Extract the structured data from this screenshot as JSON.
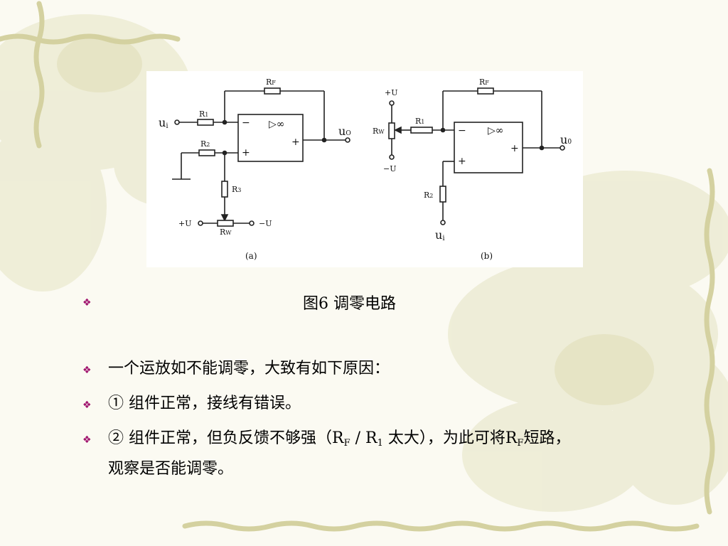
{
  "figure": {
    "a": {
      "label_ui": "u",
      "label_ui_sub": "i",
      "label_r1": "R",
      "label_r1_sub": "1",
      "label_r2": "R",
      "label_r2_sub": "2",
      "label_r3": "R",
      "label_r3_sub": "3",
      "label_rf": "R",
      "label_rf_sub": "F",
      "label_rw": "R",
      "label_rw_sub": "W",
      "label_uo": "u",
      "label_uo_sub": "O",
      "label_plus_u": "+U",
      "label_minus_u": "−U",
      "minus_input": "−",
      "plus_input": "+",
      "plus_output": "+",
      "opamp_symbol": "▷∞",
      "caption": "(a)"
    },
    "b": {
      "label_plus_u": "+U",
      "label_minus_u": "−U",
      "label_rw": "R",
      "label_rw_sub": "W",
      "label_r1": "R",
      "label_r1_sub": "1",
      "label_rf": "R",
      "label_rf_sub": "F",
      "label_r2": "R",
      "label_r2_sub": "2",
      "label_ui": "u",
      "label_ui_sub": "i",
      "label_uo": "u",
      "label_uo_sub": "0",
      "minus_input": "−",
      "plus_input": "+",
      "plus_output": "+",
      "opamp_symbol": "▷∞",
      "caption": "(b)"
    }
  },
  "caption": "图6  调零电路",
  "bullets": {
    "intro": "一个运放如不能调零，大致有如下原因：",
    "item1": " ①  组件正常，接线有错误。",
    "item2_a": " ②  组件正常，但负反馈不够强（R",
    "item2_sub_f": "F",
    "item2_b": " / R",
    "item2_sub_1": "1",
    "item2_c": "  太大），为此可将R",
    "item2_sub_f2": "F",
    "item2_d": "短路，",
    "item2_line2": "观察是否能调零。"
  },
  "colors": {
    "bullet": "#a0146e",
    "background": "#fbfaf2",
    "vine": "#d8d6a8"
  },
  "bullet_glyph": "❖"
}
